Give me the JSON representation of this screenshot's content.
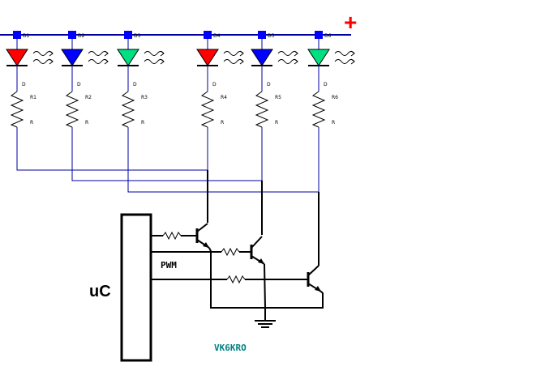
{
  "supply_symbol": "+",
  "microcontroller_label": "uC",
  "pwm_label": "PWM",
  "signature": "VK6KRO",
  "colors": {
    "wire_blue": "#0000a0",
    "wire_black": "#000000",
    "node": "#0000ff",
    "plus": "#ff0000",
    "signature": "#008080"
  },
  "leds": [
    {
      "id": "D1",
      "node_label": "D1",
      "color": "#ff0000",
      "resistor": "R1",
      "resistor_value": "R",
      "diode_text": "D"
    },
    {
      "id": "D2",
      "node_label": "D2",
      "color": "#0000ff",
      "resistor": "R2",
      "resistor_value": "R",
      "diode_text": "D"
    },
    {
      "id": "D3",
      "node_label": "D3",
      "color": "#00e080",
      "resistor": "R3",
      "resistor_value": "R",
      "diode_text": "D"
    },
    {
      "id": "D4",
      "node_label": "D4",
      "color": "#ff0000",
      "resistor": "R4",
      "resistor_value": "R",
      "diode_text": "D"
    },
    {
      "id": "D5",
      "node_label": "D5",
      "color": "#0000ff",
      "resistor": "R5",
      "resistor_value": "R",
      "diode_text": "D"
    },
    {
      "id": "D6",
      "node_label": "D6",
      "color": "#00e080",
      "resistor": "R6",
      "resistor_value": "R",
      "diode_text": "D"
    }
  ]
}
